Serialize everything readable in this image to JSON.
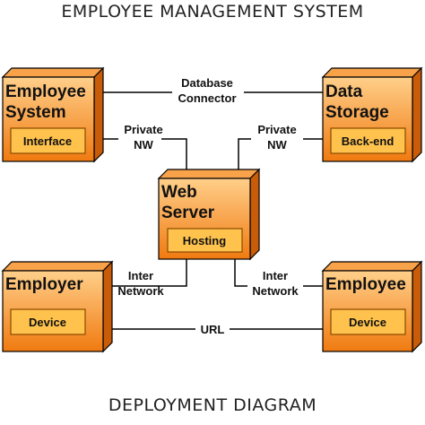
{
  "titles": {
    "top": "EMPLOYEE MANAGEMENT SYSTEM",
    "bottom": "DEPLOYMENT DIAGRAM"
  },
  "colors": {
    "node_front_top": "#ffcf8a",
    "node_front_bottom": "#f07a10",
    "node_side": "#c85c08",
    "node_top": "#f8a24a",
    "component_fill": "#ffc34d",
    "component_border": "#8a4a00",
    "line": "#000000"
  },
  "nodes": {
    "employee_system": {
      "name_line1": "Employee",
      "name_line2": "System",
      "component": "Interface"
    },
    "data_storage": {
      "name_line1": "Data",
      "name_line2": "Storage",
      "component": "Back-end"
    },
    "web_server": {
      "name_line1": "Web",
      "name_line2": "Server",
      "component": "Hosting"
    },
    "employer": {
      "name_line1": "Employer",
      "component": "Device"
    },
    "employee": {
      "name_line1": "Employee",
      "component": "Device"
    }
  },
  "connections": {
    "database_connector": {
      "line1": "Database",
      "line2": "Connector"
    },
    "private_nw_left": {
      "line1": "Private",
      "line2": "NW"
    },
    "private_nw_right": {
      "line1": "Private",
      "line2": "NW"
    },
    "inter_network_left": {
      "line1": "Inter",
      "line2": "Network"
    },
    "inter_network_right": {
      "line1": "Inter",
      "line2": "Network"
    },
    "url": {
      "line1": "URL"
    }
  }
}
